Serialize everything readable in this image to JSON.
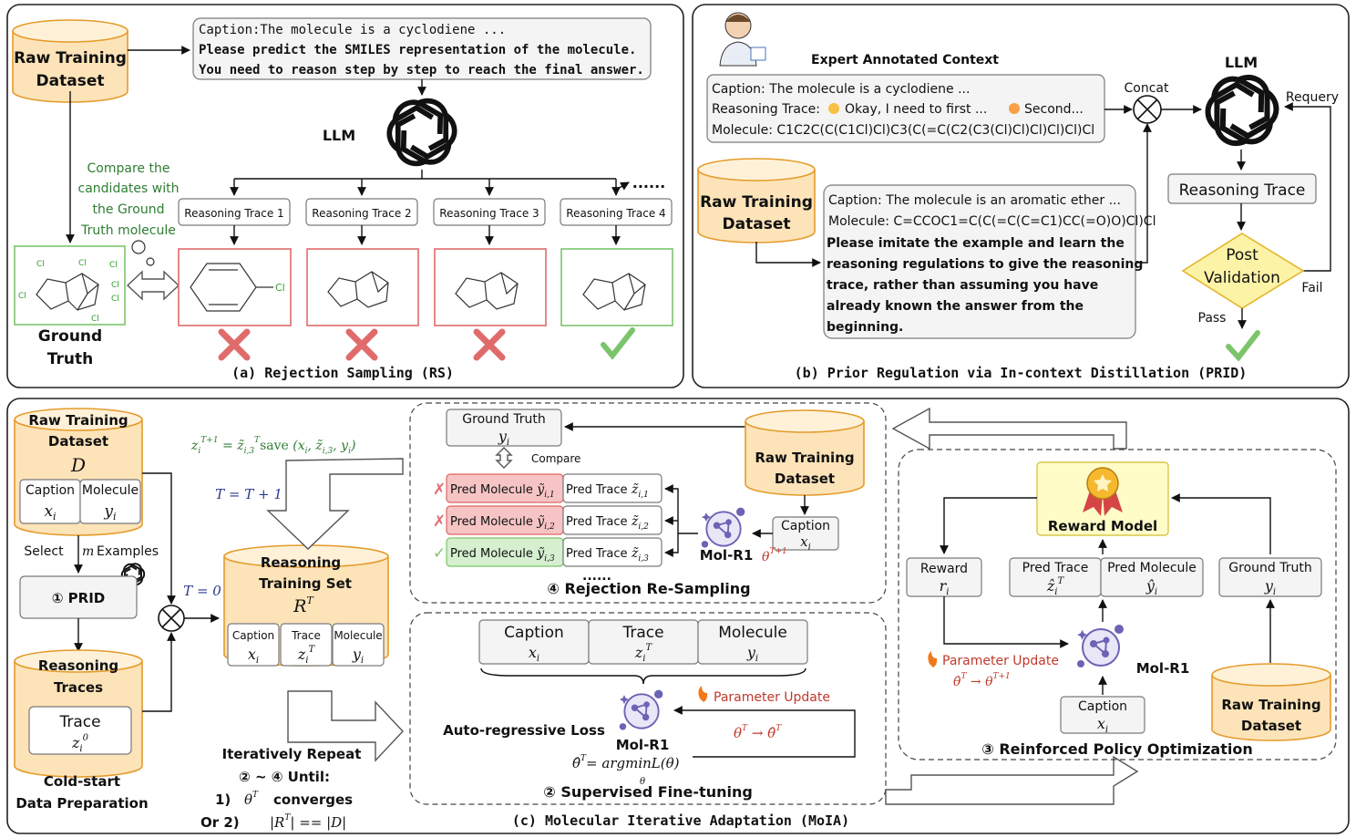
{
  "panel_a": {
    "title": "(a) Rejection Sampling (RS)",
    "dataset": [
      "Raw Training",
      "Dataset"
    ],
    "prompt": [
      "Caption:The molecule is a cyclodiene ...",
      "Please predict the SMILES representation of the molecule.",
      "You need to reason step by step to reach the final answer."
    ],
    "llm": "LLM",
    "compare": [
      "Compare the",
      "candidates with",
      "the Ground",
      "Truth molecule"
    ],
    "traces": [
      "Reasoning Trace 1",
      "Reasoning Trace 2",
      "Reasoning Trace 3",
      "Reasoning Trace 4"
    ],
    "more": "......",
    "ground_truth": [
      "Ground",
      "Truth"
    ],
    "atom": "Cl"
  },
  "panel_b": {
    "title": "(b) Prior Regulation via In-context Distillation (PRID)",
    "expert": "Expert Annotated Context",
    "ctx_caption": "Caption: The molecule is a cyclodiene ...",
    "ctx_trace_a": "Reasoning Trace:",
    "ctx_trace_b": "Okay, I need to first ...",
    "ctx_trace_c": "Second...",
    "ctx_molecule": "Molecule: C1C2C(C(C1Cl)Cl)C3(C(=C(C2(C3(Cl)Cl)Cl)Cl)Cl)Cl",
    "dataset": [
      "Raw Training",
      "Dataset"
    ],
    "prompt_caption": "Caption: The molecule is an aromatic ether ...",
    "prompt_molecule": "Molecule: C=CCOC1=C(C(=C(C=C1)CC(=O)O)Cl)Cl",
    "prompt_lines": [
      "Please imitate the example and learn the",
      "reasoning regulations to give the reasoning",
      "trace, rather than assuming you have",
      "already known the answer from the",
      "beginning."
    ],
    "concat": "Concat",
    "llm": "LLM",
    "requery": "Requery",
    "reasoning_trace": "Reasoning Trace",
    "post_validation": [
      "Post",
      "Validation"
    ],
    "fail": "Fail",
    "pass": "Pass"
  },
  "panel_c": {
    "title": "(c) Molecular Iterative Adaptation (MoIA)",
    "dataset_d": [
      "Raw Training",
      "Dataset"
    ],
    "d": "D",
    "caption": "Caption",
    "molecule": "Molecule",
    "trace": "Trace",
    "xi": "x",
    "yi": "y",
    "select": "Select",
    "m_examples": "Examples",
    "m": "m",
    "prid": "① PRID",
    "reasoning_traces": [
      "Reasoning",
      "Traces"
    ],
    "cold_start": [
      "Cold-start",
      "Data Preparation"
    ],
    "t0": "T = 0",
    "t_update": "T = T + 1",
    "z_update": "save",
    "reasoning_set": [
      "Reasoning",
      "Training Set"
    ],
    "rt": "R",
    "iter": [
      "Iteratively Repeat",
      "② ~ ④ Until:",
      "1)",
      "converges",
      "Or 2)"
    ],
    "sft_title": "② Supervised Fine-tuning",
    "ar_loss": "Auto-regressive Loss",
    "param_update": "Parameter Update",
    "molr1": "Mol-R1",
    "argmin": "= argminL(θ)",
    "rs_title": "④ Rejection Re-Sampling",
    "ground_truth": "Ground Truth",
    "compare": "Compare",
    "pred_molecule": "Pred Molecule",
    "pred_trace": "Pred Trace",
    "rpo_title": "③ Reinforced Policy Optimization",
    "reward_model": "Reward Model",
    "reward": "Reward",
    "dots": "......"
  },
  "colors": {
    "cylinder": "#fde3b8",
    "cylinder_stroke": "#e49b2a",
    "reject": "#e06b6b",
    "accept": "#7cc46b",
    "reward": "#fffcc8"
  }
}
